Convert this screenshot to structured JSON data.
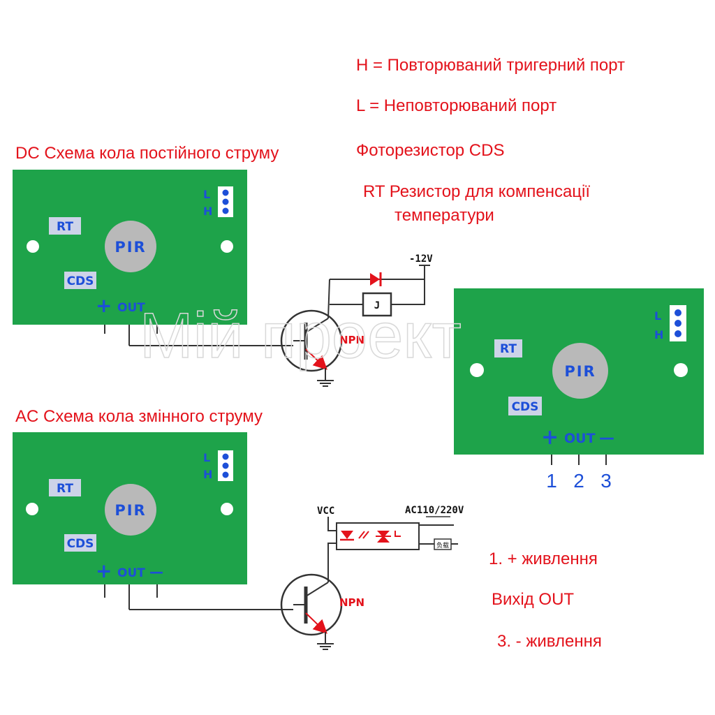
{
  "legend": {
    "h_line": "H = Повторюваний тригерний порт",
    "l_line": "L = Неповторюваний порт",
    "cds_line": "Фоторезистор CDS",
    "rt_line1": "RT Резистор для компенсації",
    "rt_line2": "температури"
  },
  "dc_title": "DC Схема кола постійного струму",
  "ac_title": "AC Схема кола змінного струму",
  "board": {
    "rt": "RT",
    "pir": "PIR",
    "cds": "CDS",
    "l": "L",
    "h": "H",
    "plus": "+",
    "out": "OUT",
    "minus": "—"
  },
  "dc_circuit": {
    "supply": "-12V",
    "relay": "J",
    "transistor": "NPN"
  },
  "ac_circuit": {
    "vcc": "VCC",
    "mains": "AC110/220V",
    "transistor": "NPN",
    "tag": "负载"
  },
  "pins": {
    "p1": "1",
    "p2": "2",
    "p3": "3"
  },
  "pin_notes": {
    "n1": "1. + живлення",
    "n2": "Вихід  OUT",
    "n3": "3. - живлення"
  },
  "watermark": "Мій проект",
  "colors": {
    "board": "#1ea34a",
    "label_red": "#e3121b",
    "label_blue": "#1d4fd8",
    "pir_dome": "#b9b9b9"
  }
}
